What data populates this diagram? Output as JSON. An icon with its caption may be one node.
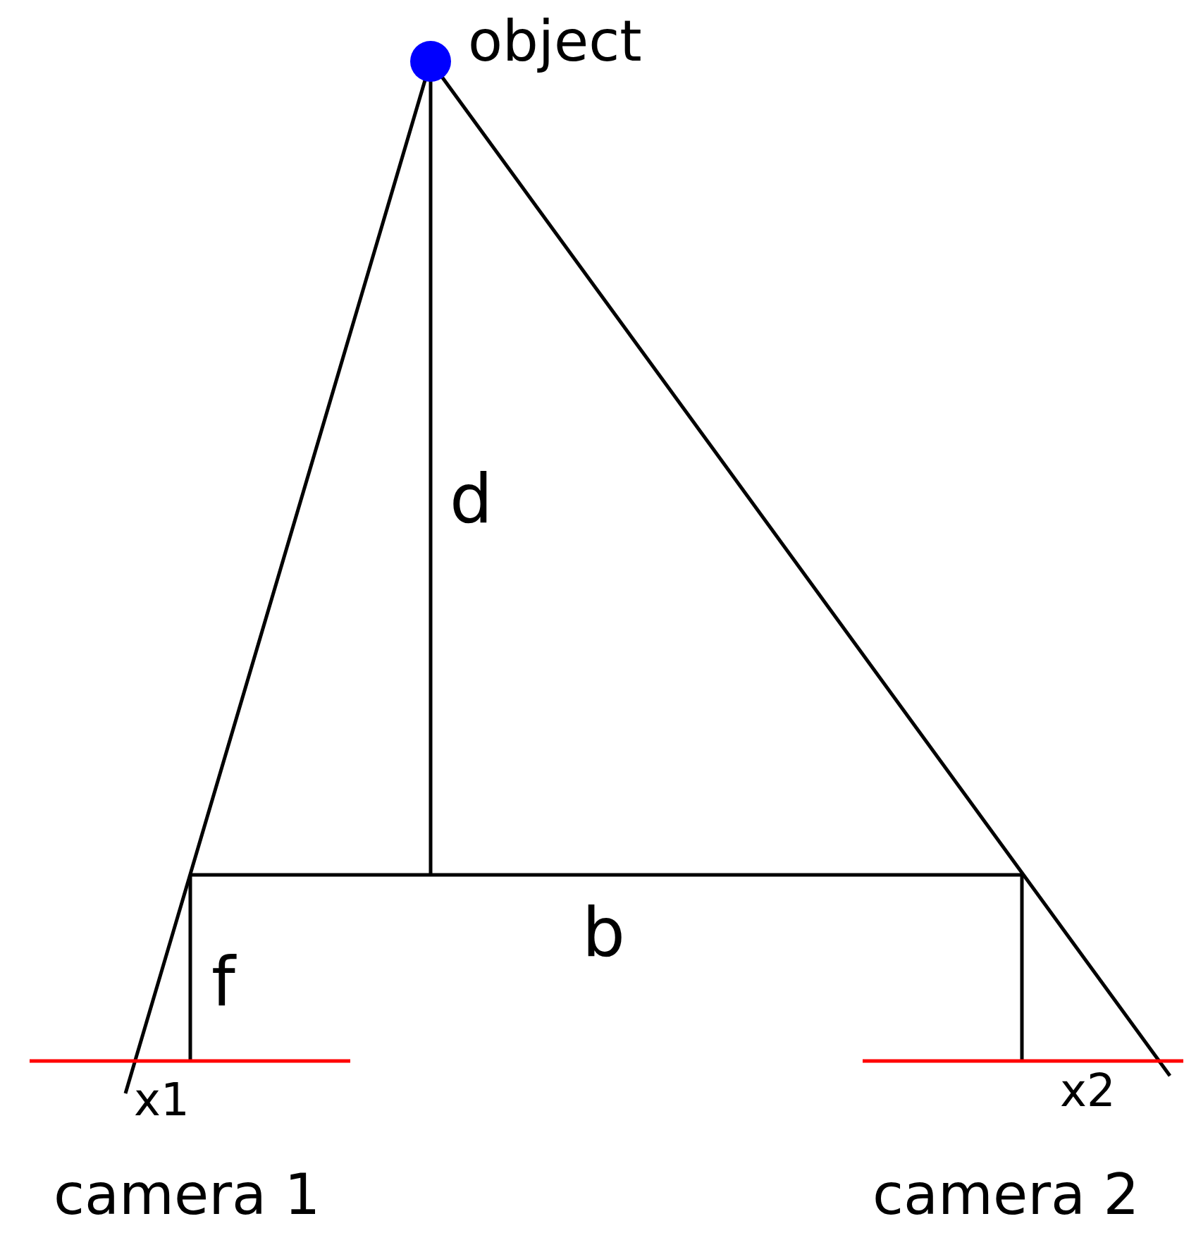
{
  "diagram": {
    "nodes": [
      {
        "text": [],
        "shape": "circle",
        "beside": [
          "object"
        ]
      }
    ],
    "labels": [
      "d",
      "b",
      "f",
      "x1",
      "x2",
      "camera 1",
      "camera 2"
    ]
  }
}
